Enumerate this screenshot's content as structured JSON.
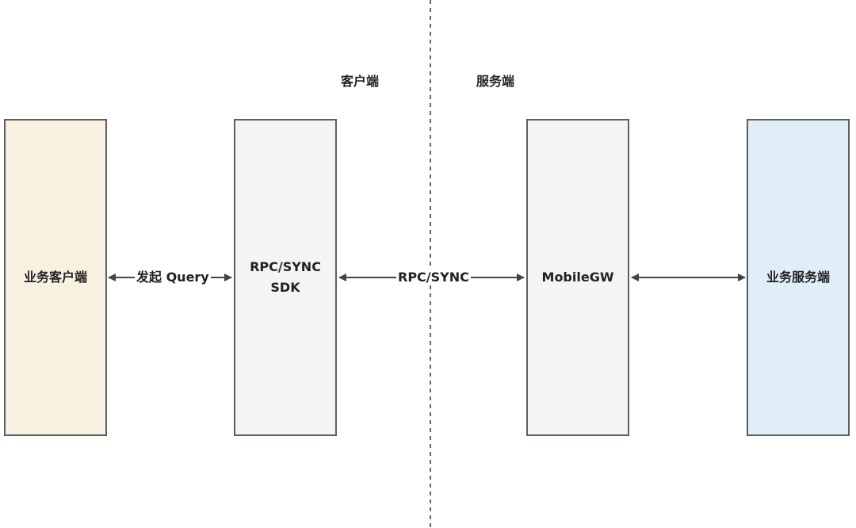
{
  "zones": {
    "client": "客户端",
    "server": "服务端"
  },
  "nodes": {
    "biz_client": {
      "label": "业务客户端",
      "fill": "#f8f0e0"
    },
    "sdk": {
      "label": "RPC/SYNC\nSDK",
      "fill": "#f3f5f5"
    },
    "gateway": {
      "label": "MobileGW",
      "fill": "#f3f5f5"
    },
    "biz_server": {
      "label": "业务服务端",
      "fill": "#e0eef8"
    }
  },
  "edges": {
    "query": {
      "label": "发起 Query"
    },
    "rpc": {
      "label": "RPC/SYNC"
    },
    "gw_server": {
      "label": ""
    }
  },
  "colors": {
    "border": "#5e5e5e",
    "line": "#444444",
    "divider": "#666666"
  }
}
